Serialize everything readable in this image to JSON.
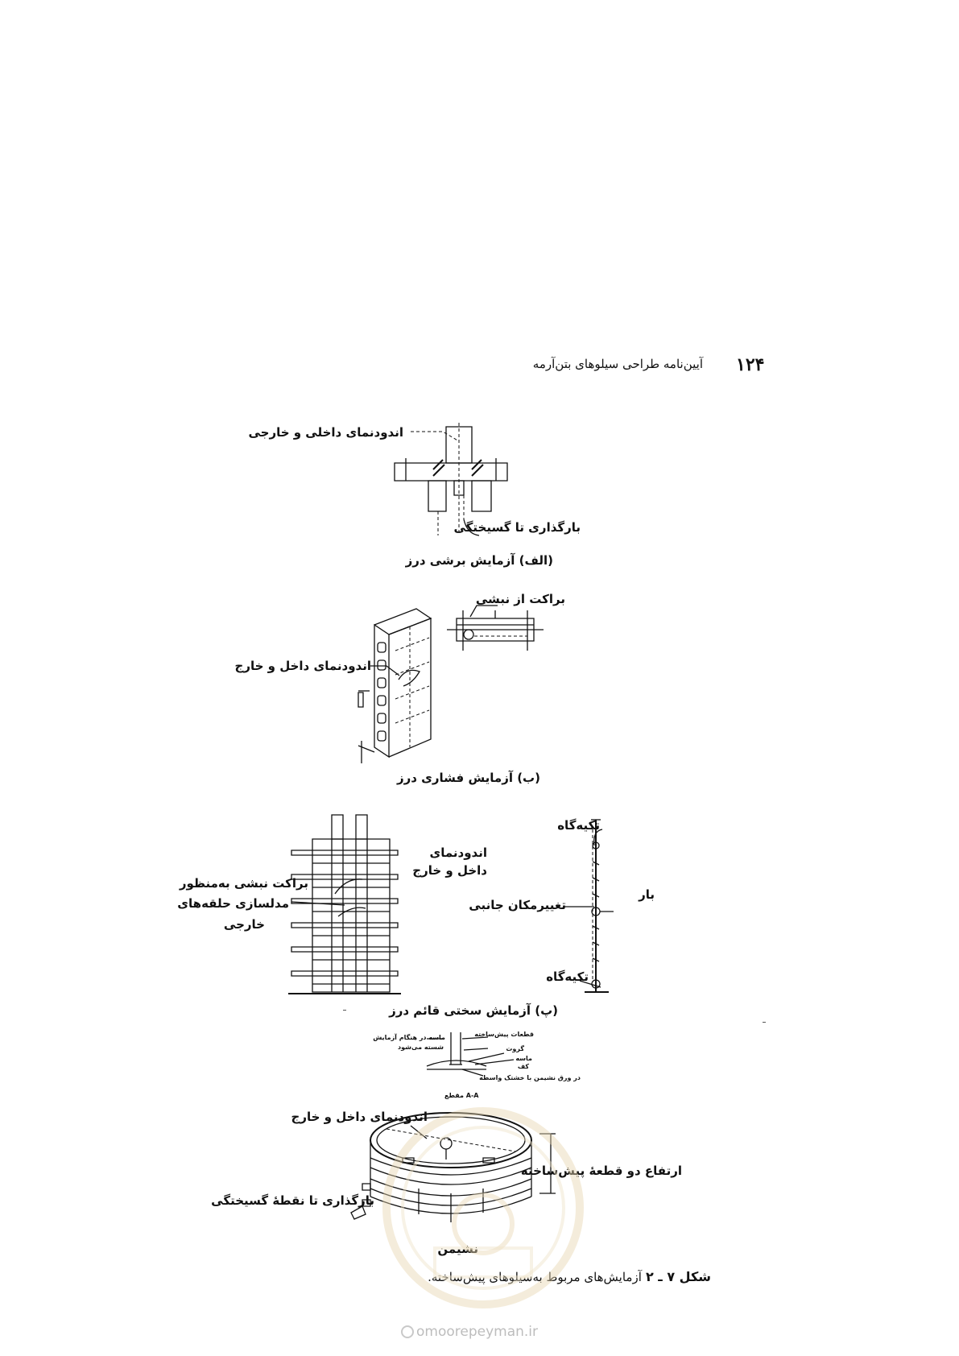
{
  "header": {
    "page_number": "۱۲۴",
    "running_title": "آیین‌نامه طراحی سیلوهای بتن‌آرمه"
  },
  "figure_a": {
    "label_plaster": "اندودنمای داخلی و خارجی",
    "label_loading": "بارگذاری تا گسیختگی",
    "caption": "(الف) آزمایش برشی درز"
  },
  "figure_b": {
    "label_bracket": "براکت از نبشی",
    "label_plaster": "اندودنمای داخل و خارج",
    "caption": "(ب) آزمایش فشاری درز"
  },
  "figure_c": {
    "label_plaster_line1": "اندودنمای",
    "label_plaster_line2": "داخل و خارج",
    "label_bracket_line1": "براکت نبشی به‌منظور",
    "label_bracket_line2": "مدلسازی حلقه‌های",
    "label_bracket_line3": "خارجی",
    "label_support_top": "تکیه‌گاه",
    "label_load": "بار",
    "label_displacement": "تغییرمکان جانبی",
    "label_support_bottom": "تکیه‌گاه",
    "caption": "(پ) آزمایش سختی قائم درز"
  },
  "figure_d": {
    "detail_label_precast": "قطعات پیش‌ساخته",
    "detail_label_sand_line1": "ماسه در هنگام آزمایش",
    "detail_label_sand_line2": "شسته می‌شود",
    "detail_label_grout": "گروت",
    "detail_label_sand": "ماسه",
    "detail_label_floor": "کف",
    "detail_label_seat": "در ورق نشیمن با خشتک واسطه",
    "section_label": "مقطع A-A",
    "label_plaster": "اندودنمای داخل و خارج",
    "label_height": "ارتفاع دو قطعهٔ پیش‌ساخته",
    "label_loading": "بارگذاری تا نقطهٔ گسیختگی",
    "label_seat": "نشیمن"
  },
  "main_caption": {
    "number": "شکل ۷ ـ ۲",
    "text": "آزمایش‌های مربوط به‌سیلوهای پیش‌ساخته."
  },
  "watermark": {
    "text": "omoorepeyman.ir",
    "icon": "camera-icon"
  }
}
